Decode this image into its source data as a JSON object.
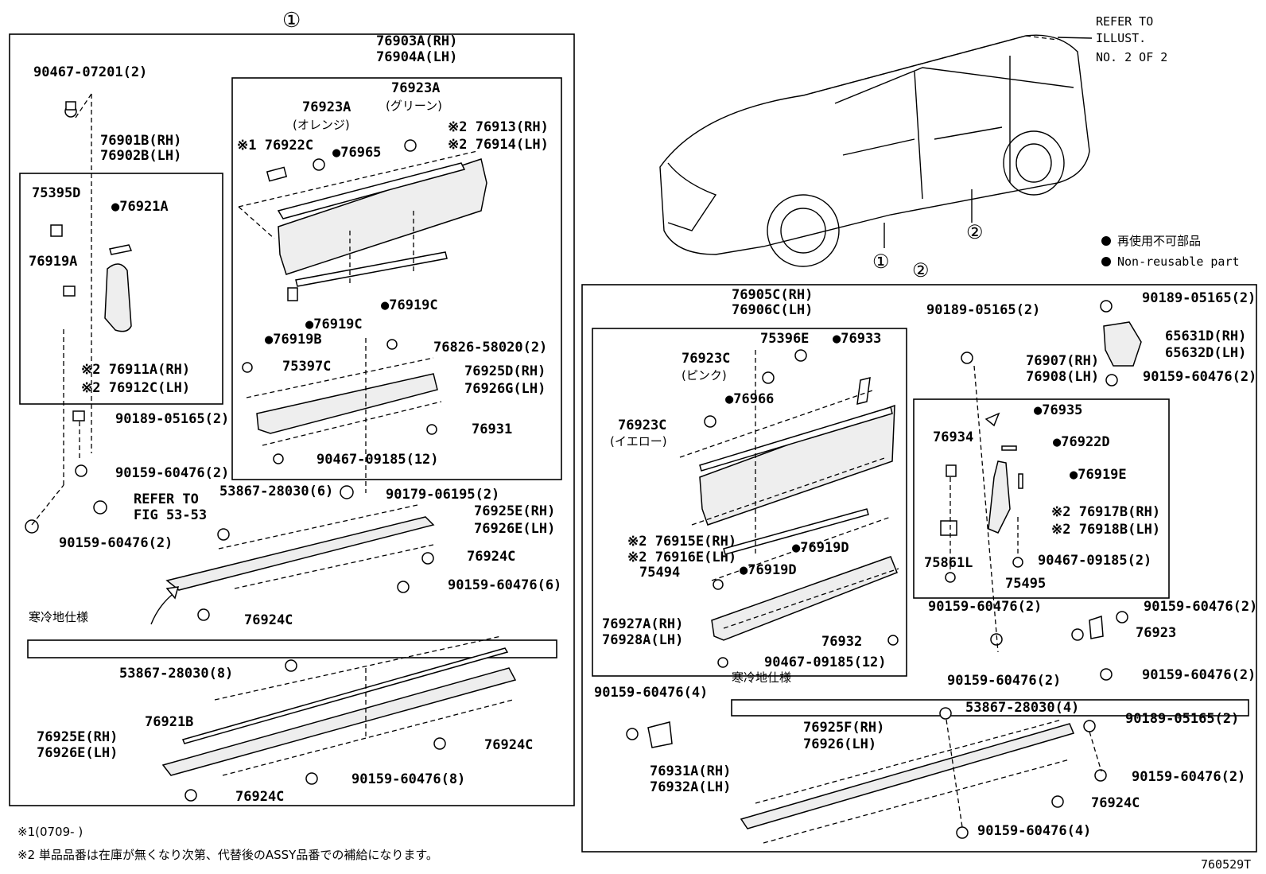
{
  "section_markers": {
    "one": "①",
    "two": "②"
  },
  "refer_note": [
    "REFER TO",
    "ILLUST.",
    "NO. 2 OF 2"
  ],
  "legend": {
    "ja": "再使用不可部品",
    "en": "Non-reusable part",
    "bullet": "●"
  },
  "car_markers": [
    "①",
    "②"
  ],
  "diagram_code": "760529T",
  "footnotes": [
    "※1(0709-      )",
    "※2 単品品番は在庫が無くなり次第、代替後のASSY品番での補給になります。"
  ],
  "cold_spec_label": "寒冷地仕様",
  "refer_fig": [
    "REFER TO",
    "FIG 53-53"
  ],
  "labels_left": [
    "90467-07201(2)",
    "76901B(RH)",
    "76902B(LH)",
    "75395D",
    "●76921A",
    "76919A",
    "※2 76911A(RH)",
    "※2 76912C(LH)",
    "90189-05165(2)",
    "90159-60476(2)",
    "90159-60476(2)",
    "76903A(RH)",
    "76904A(LH)",
    "76923A",
    "(グリーン)",
    "76923A",
    "(オレンジ)",
    "※1 76922C",
    "●76965",
    "※2 76913(RH)",
    "※2 76914(LH)",
    "●76919C",
    "●76919C",
    "●76919B",
    "76826-58020(2)",
    "75397C",
    "76925D(RH)",
    "76926G(LH)",
    "76931",
    "90467-09185(12)",
    "53867-28030(6)",
    "90179-06195(2)",
    "76925E(RH)",
    "76926E(LH)",
    "76924C",
    "90159-60476(6)",
    "76924C",
    "53867-28030(8)",
    "76921B",
    "76925E(RH)",
    "76926E(LH)",
    "76924C",
    "90159-60476(8)",
    "76924C"
  ],
  "labels_right": [
    "76905C(RH)",
    "76906C(LH)",
    "75396E",
    "●76933",
    "76923C",
    "(ピンク)",
    "●76966",
    "76923C",
    "(イエロー)",
    "※2 76915E(RH)",
    "※2 76916E(LH)",
    "●76919D",
    "75494",
    "●76919D",
    "76927A(RH)",
    "76928A(LH)",
    "76932",
    "90467-09185(12)",
    "90189-05165(2)",
    "90189-05165(2)",
    "65631D(RH)",
    "65632D(LH)",
    "76907(RH)",
    "76908(LH)",
    "90159-60476(2)",
    "●76935",
    "76934",
    "●76922D",
    "●76919E",
    "※2 76917B(RH)",
    "※2 76918B(LH)",
    "75861L",
    "90467-09185(2)",
    "75495",
    "90159-60476(2)",
    "90159-60476(2)",
    "76923",
    "90159-60476(2)",
    "90159-60476(2)",
    "90159-60476(4)",
    "76931A(RH)",
    "76932A(LH)",
    "53867-28030(4)",
    "90189-05165(2)",
    "76925F(RH)",
    "76926(LH)",
    "90159-60476(2)",
    "76924C",
    "90159-60476(4)"
  ]
}
